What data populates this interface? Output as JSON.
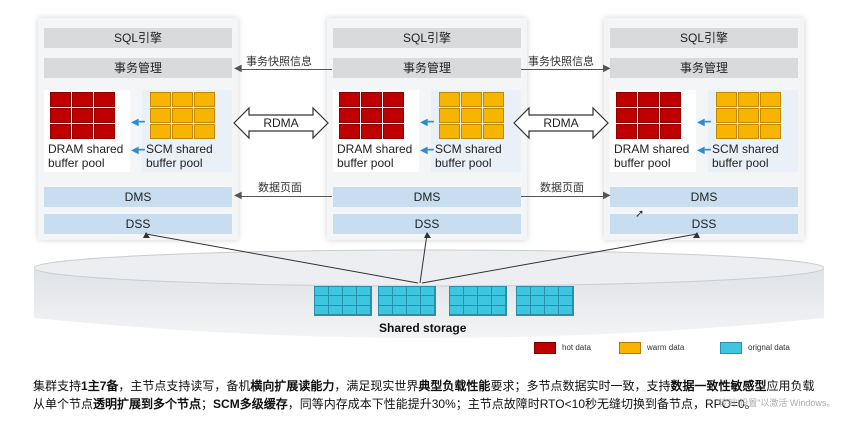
{
  "nodes": [
    {
      "sql": "SQL引擎",
      "txn": "事务管理",
      "dram": "DRAM shared\nbuffer pool",
      "scm": "SCM shared\nbuffer pool",
      "dms": "DMS",
      "dss": "DSS"
    },
    {
      "sql": "SQL引擎",
      "txn": "事务管理",
      "dram": "DRAM shared\nbuffer pool",
      "scm": "SCM shared\nbuffer pool",
      "dms": "DMS",
      "dss": "DSS"
    },
    {
      "sql": "SQL引擎",
      "txn": "事务管理",
      "dram": "DRAM shared\nbuffer pool",
      "scm": "SCM shared\nbuffer pool",
      "dms": "DMS",
      "dss": "DSS"
    }
  ],
  "connections": {
    "snapshot_label": "事务快照信息",
    "rdma_label": "RDMA",
    "page_label": "数据页面"
  },
  "storage": {
    "label": "Shared storage"
  },
  "legend": [
    {
      "label": "hot data",
      "color": "#c00000"
    },
    {
      "label": "warm data",
      "color": "#f7b500"
    },
    {
      "label": "orignal data",
      "color": "#3ec6e0"
    }
  ],
  "description": {
    "p1": "集群支持",
    "b1": "1主7备",
    "p2": "，主节点支持读写，备机",
    "b2": "横向扩展读能力",
    "p3": "，满足现实世界",
    "b3": "典型负载性能",
    "p4": "要求；多节点数据实时一致，支持",
    "b4": "数据一致性敏感型",
    "p5": "应用负载从单个节点",
    "b5": "透明扩展到多个节点",
    "p6": "；",
    "b6": "SCM多级缓存",
    "p7": "，同等内存成本下性能提升30%；主节点故障时RTO<10秒无缝切换到备节点，RPO=0。"
  },
  "watermark": "转到\"设置\"以激活 Windows。"
}
